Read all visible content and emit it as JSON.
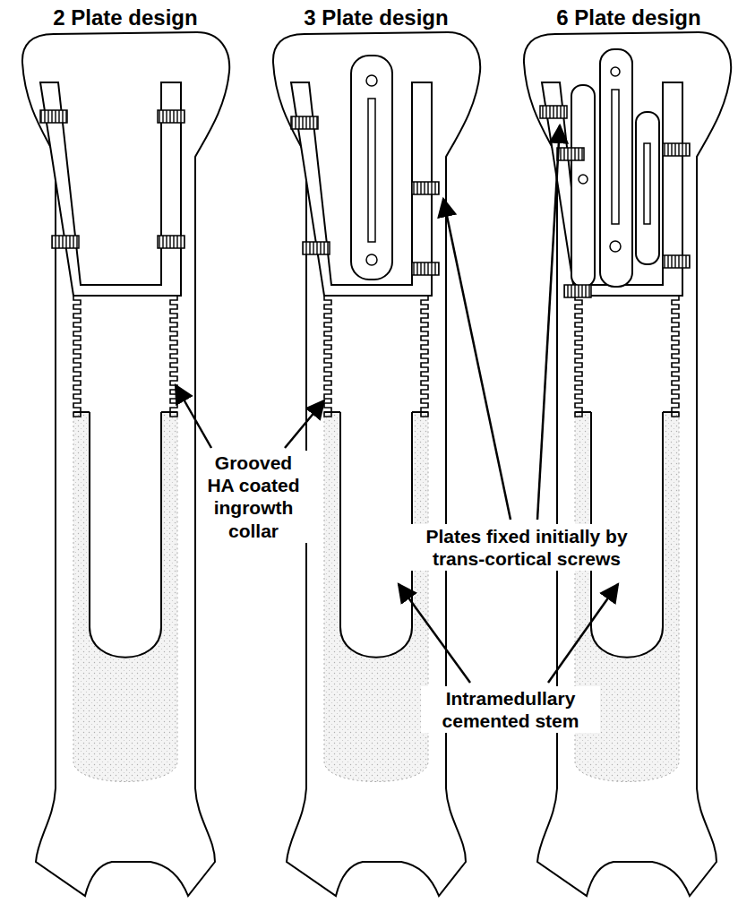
{
  "diagram": {
    "labels": [
      "2 Plate design",
      "3 Plate design",
      "6 Plate design",
      "Grooved HA coated ingrowth collar",
      "Plates fixed initially by trans-cortical screws",
      "Intramedullary cemented stem"
    ]
  }
}
